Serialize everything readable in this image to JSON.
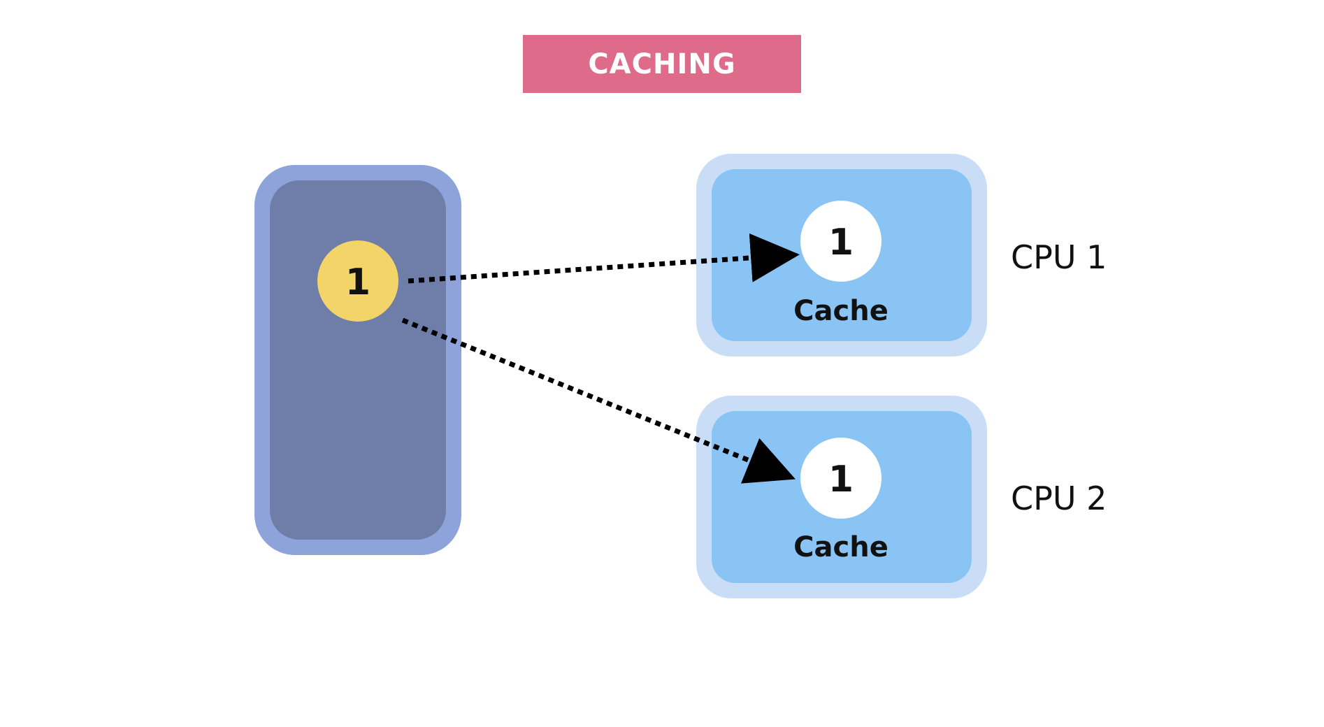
{
  "title": "CACHING",
  "memory": {
    "value": "1"
  },
  "cpus": [
    {
      "label": "CPU 1",
      "cache_label": "Cache",
      "value": "1"
    },
    {
      "label": "CPU 2",
      "cache_label": "Cache",
      "value": "1"
    }
  ],
  "colors": {
    "title_bg": "#dd6b89",
    "memory_fill": "#6e7ea8",
    "memory_border": "#8da3d9",
    "memory_node": "#f2d468",
    "cache_fill": "#8ac4f4",
    "cache_border": "#c9def6",
    "cache_node": "#ffffff",
    "arrow": "#000000",
    "text": "#111111"
  }
}
